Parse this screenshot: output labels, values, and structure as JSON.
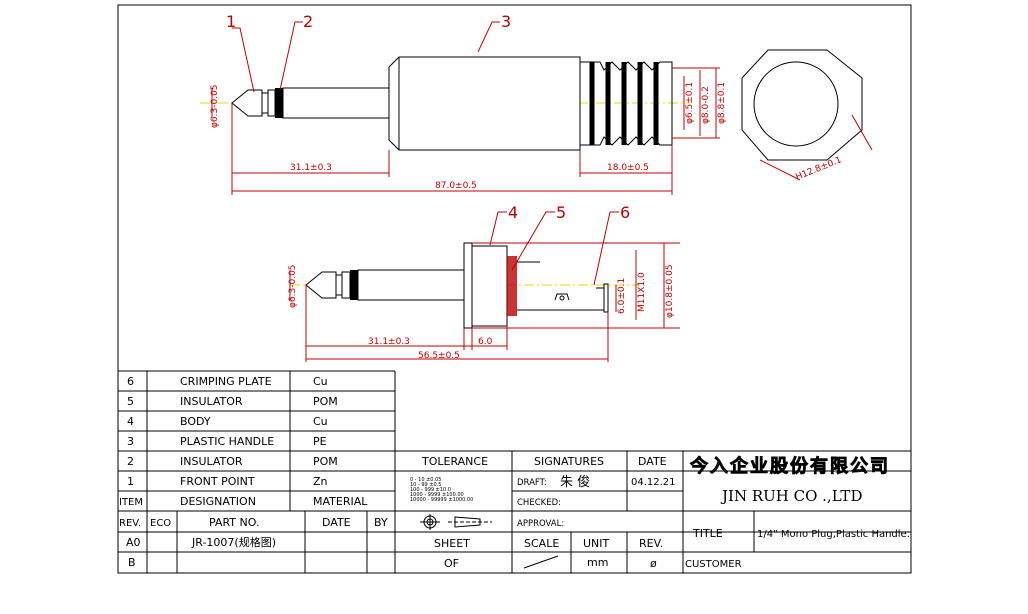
{
  "callouts": [
    "1",
    "2",
    "3",
    "4",
    "5",
    "6"
  ],
  "dims_top": {
    "d_tip": "φ6.3-0.05",
    "d_h1": "φ6.5±0.1",
    "d_h2": "φ8.0-0.2",
    "d_h3": "φ8.8±0.1",
    "len_31": "31.1±0.3",
    "len_18": "18.0±0.5",
    "len_87": "87.0±0.5",
    "hex": "H12.8±0.1"
  },
  "dims_bottom": {
    "d_tip": "φ6.3-0.05",
    "len_31": "31.1±0.3",
    "len_6": "6.0",
    "len_56": "56.5±0.5",
    "m11": "M11X1.0",
    "d108": "φ10.8±0.05",
    "h6": "6.0±0.1"
  },
  "bom": {
    "rows": [
      {
        "item": "6",
        "designation": "CRIMPING PLATE",
        "material": "Cu"
      },
      {
        "item": "5",
        "designation": "INSULATOR",
        "material": "POM"
      },
      {
        "item": "4",
        "designation": "BODY",
        "material": "Cu"
      },
      {
        "item": "3",
        "designation": "PLASTIC HANDLE",
        "material": "PE"
      },
      {
        "item": "2",
        "designation": "INSULATOR",
        "material": "POM"
      },
      {
        "item": "1",
        "designation": "FRONT POINT",
        "material": "Zn"
      }
    ],
    "header": {
      "item": "ITEM",
      "designation": "DESIGNATION",
      "material": "MATERIAL"
    }
  },
  "revision": {
    "header": {
      "rev": "REV.",
      "eco": "ECO",
      "part": "PART NO.",
      "date": "DATE",
      "by": "BY"
    },
    "rows": [
      {
        "rev": "A0",
        "part": "JR-1007(规格图)"
      },
      {
        "rev": "B",
        "part": ""
      }
    ]
  },
  "tolerance": {
    "title": "TOLERANCE",
    "lines": [
      "0 - 10      ±0.05",
      "10 - 99     ±0.5",
      "100 - 999   ±10.0",
      "1000 - 9999   ±100.00",
      "10000 - 99999  ±1000.00"
    ]
  },
  "sheet": {
    "label": "SHEET",
    "value": "OF"
  },
  "signatures": {
    "title": "SIGNATURES",
    "date_title": "DATE",
    "draft": "DRAFT:",
    "draft_name": "朱  俊",
    "draft_date": "04.12.21",
    "checked": "CHECKED:",
    "approval": "APPROVAL:"
  },
  "scale": {
    "label": "SCALE",
    "unit_label": "UNIT",
    "unit": "mm",
    "rev_label": "REV.",
    "rev": "ø"
  },
  "company": {
    "cn": "今入企业股份有限公司",
    "en": "JIN  RUH  CO .,LTD"
  },
  "title": {
    "label": "TITLE",
    "value": "1/4\" Mono Plug,Plastic Handle."
  },
  "customer": {
    "label": "CUSTOMER",
    "value": ""
  }
}
